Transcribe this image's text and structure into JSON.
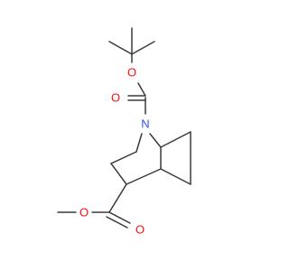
{
  "molecule": {
    "atoms": [
      {
        "symbol": "O",
        "role": "ester-oxygen-tbu",
        "color": "#ff0d0d"
      },
      {
        "symbol": "O",
        "role": "carbonyl-oxygen-boc",
        "color": "#ff0d0d"
      },
      {
        "symbol": "N",
        "role": "bridge-nitrogen",
        "color": "#3050f8"
      },
      {
        "symbol": "O",
        "role": "ester-oxygen-methyl",
        "color": "#ff0d0d"
      },
      {
        "symbol": "O",
        "role": "carbonyl-oxygen-ester",
        "color": "#ff0d0d"
      }
    ],
    "bond_color": "#3a3a3a"
  }
}
